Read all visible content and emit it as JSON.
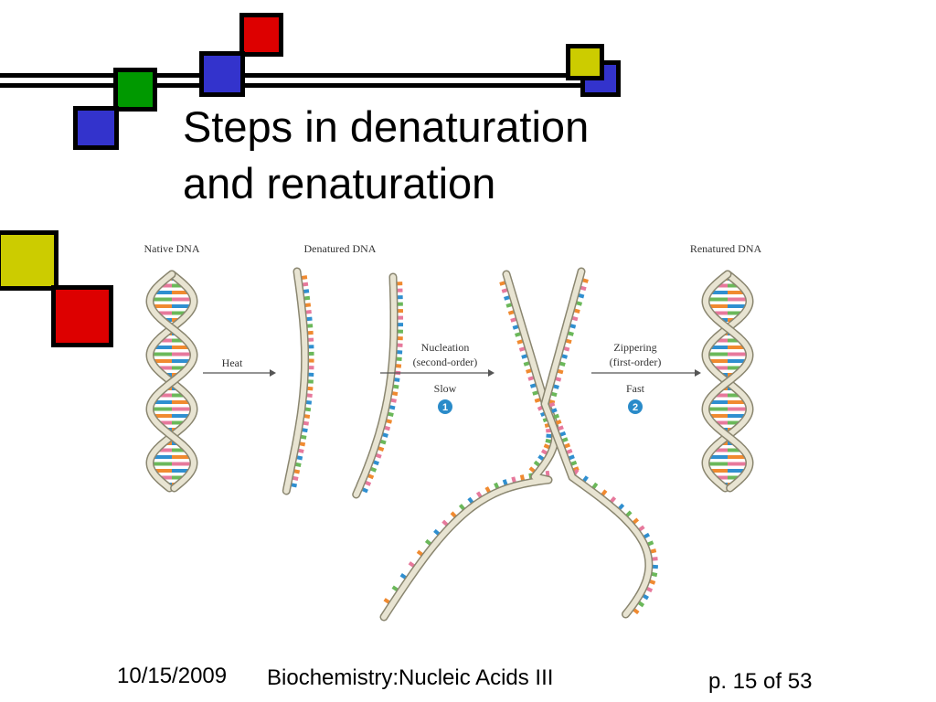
{
  "slide": {
    "title_line1": "Steps in denaturation",
    "title_line2": "and renaturation"
  },
  "diagram": {
    "native_label": "Native DNA",
    "denatured_label": "Denatured DNA",
    "renatured_label": "Renatured DNA",
    "heat_label": "Heat",
    "nucleation_line1": "Nucleation",
    "nucleation_line2": "(second-order)",
    "slow_label": "Slow",
    "step1": "1",
    "zippering_line1": "Zippering",
    "zippering_line2": "(first-order)",
    "fast_label": "Fast",
    "step2": "2"
  },
  "footer": {
    "date": "10/15/2009",
    "course": "Biochemistry:Nucleic Acids III",
    "page": "p. 15 of 53"
  },
  "colors": {
    "blue": "#3333cc",
    "green": "#009900",
    "red": "#dd0000",
    "yellow": "#cccc00",
    "step_circle": "#2a8bc9",
    "backbone": "#e8e4d2",
    "backbone_outline": "#8a8670",
    "bases": [
      "#f08a30",
      "#e7799c",
      "#2f8fd0",
      "#6bb85a"
    ]
  }
}
